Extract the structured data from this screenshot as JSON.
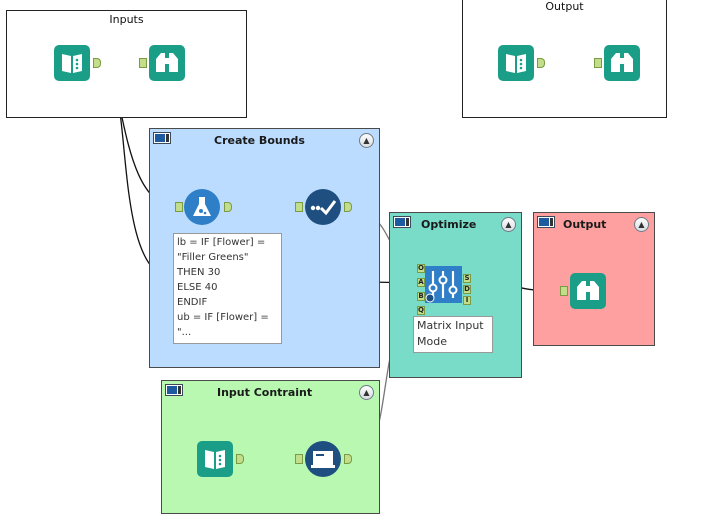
{
  "containers": {
    "inputs": {
      "title": "Inputs"
    },
    "output_top": {
      "title": "Output"
    },
    "create_bounds": {
      "title": "Create Bounds",
      "color": "#bcdcff"
    },
    "optimize": {
      "title": "Optimize",
      "color": "#78dcc8"
    },
    "output_red": {
      "title": "Output",
      "color": "#ffa0a0"
    },
    "input_contraint": {
      "title": "Input Contraint",
      "color": "#b8f8b0"
    }
  },
  "annotations": {
    "formula": "lb = IF [Flower] =\n\"Filler Greens\"\nTHEN 30\nELSE 40\nENDIF\nub = IF [Flower] =\n\"...",
    "matrix_mode": "Matrix Input\nMode"
  },
  "anchors": {
    "optimize_in": [
      "O",
      "A",
      "B",
      "Q"
    ],
    "optimize_out": [
      "S",
      "D",
      "I"
    ]
  },
  "colors": {
    "teal_tool": "#1a9e88",
    "navy_tool": "#1e4f80",
    "blue_tool": "#2f7ec8",
    "connection": "#111111"
  },
  "icons": [
    "input-data-icon",
    "browse-icon",
    "formula-icon",
    "select-icon",
    "optimization-icon",
    "text-input-icon"
  ]
}
